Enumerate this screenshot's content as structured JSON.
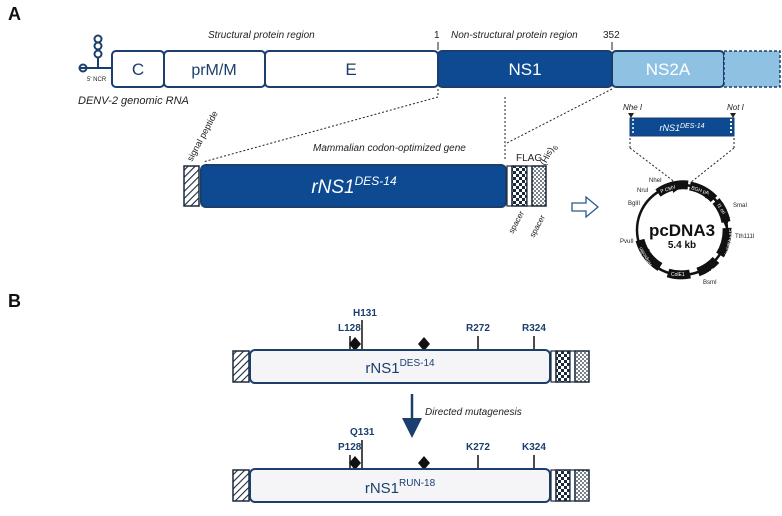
{
  "panel_a": {
    "letter": "A",
    "ncr_label": "5' NCR",
    "genomic_label": "DENV-2 genomic RNA",
    "structural_label": "Structural protein region",
    "nonstructural_label": "Non-structural protein region",
    "pos_start": "1",
    "pos_end": "352",
    "genome_segments": {
      "c": "C",
      "prm": "prM/M",
      "e": "E",
      "ns1": "NS1",
      "ns2a": "NS2A"
    },
    "construct": {
      "gene_title": "Mammalian codon-optimized gene",
      "name_main": "rNS1",
      "name_sup": "DES-14",
      "signal_peptide": "signal peptide",
      "flag": "FLAG",
      "his_main": "(His)",
      "his_sub": "6",
      "spacer1": "spacer",
      "spacer2": "spacer"
    },
    "plasmid": {
      "site_left": "Nhe I",
      "site_right": "Not I",
      "insert_main": "rNS1",
      "insert_sup": "DES-14",
      "name": "pcDNA3",
      "size": "5.4 kb",
      "feature_labels": [
        "NheI",
        "NruI",
        "BglII",
        "PvuII",
        "SmaI",
        "Tth111I",
        "BsmI"
      ],
      "arc_labels": [
        "P CMV",
        "BGH pA",
        "f1 ori",
        "SV40 ori",
        "Neomycin",
        "SV40 pA",
        "ColE1",
        "Ampicillin"
      ]
    }
  },
  "panel_b": {
    "letter": "B",
    "des": {
      "name_main": "rNS1",
      "name_sup": "DES-14",
      "mutations": [
        "L128",
        "H131",
        "R272",
        "R324"
      ]
    },
    "arrow_label": "Directed mutagenesis",
    "run": {
      "name_main": "rNS1",
      "name_sup": "RUN-18",
      "mutations": [
        "P128",
        "Q131",
        "K272",
        "K324"
      ]
    }
  },
  "colors": {
    "dark_blue": "#0d4a92",
    "light_blue": "#8fc1e3",
    "outline": "#1a3f6e",
    "bar_fill": "#f5f5f7"
  }
}
